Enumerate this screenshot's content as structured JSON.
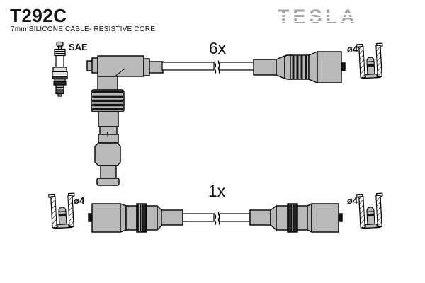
{
  "header": {
    "part_number": "T292C",
    "subtitle": "7mm SILICONE CABLE- RESISTIVE CORE",
    "brand": "TESLA"
  },
  "diagram": {
    "sae_label": "SAE",
    "top_assembly": {
      "quantity_label": "6x",
      "diameter_label": "ø4"
    },
    "bottom_assembly": {
      "quantity_label": "1x",
      "diameter_label_left": "ø4",
      "diameter_label_right": "ø4"
    }
  },
  "colors": {
    "boot_gray": "#b9b9b9",
    "band_black": "#141414",
    "outline_black": "#000000",
    "brand_gray": "#a3a3a3",
    "background": "#ffffff"
  }
}
